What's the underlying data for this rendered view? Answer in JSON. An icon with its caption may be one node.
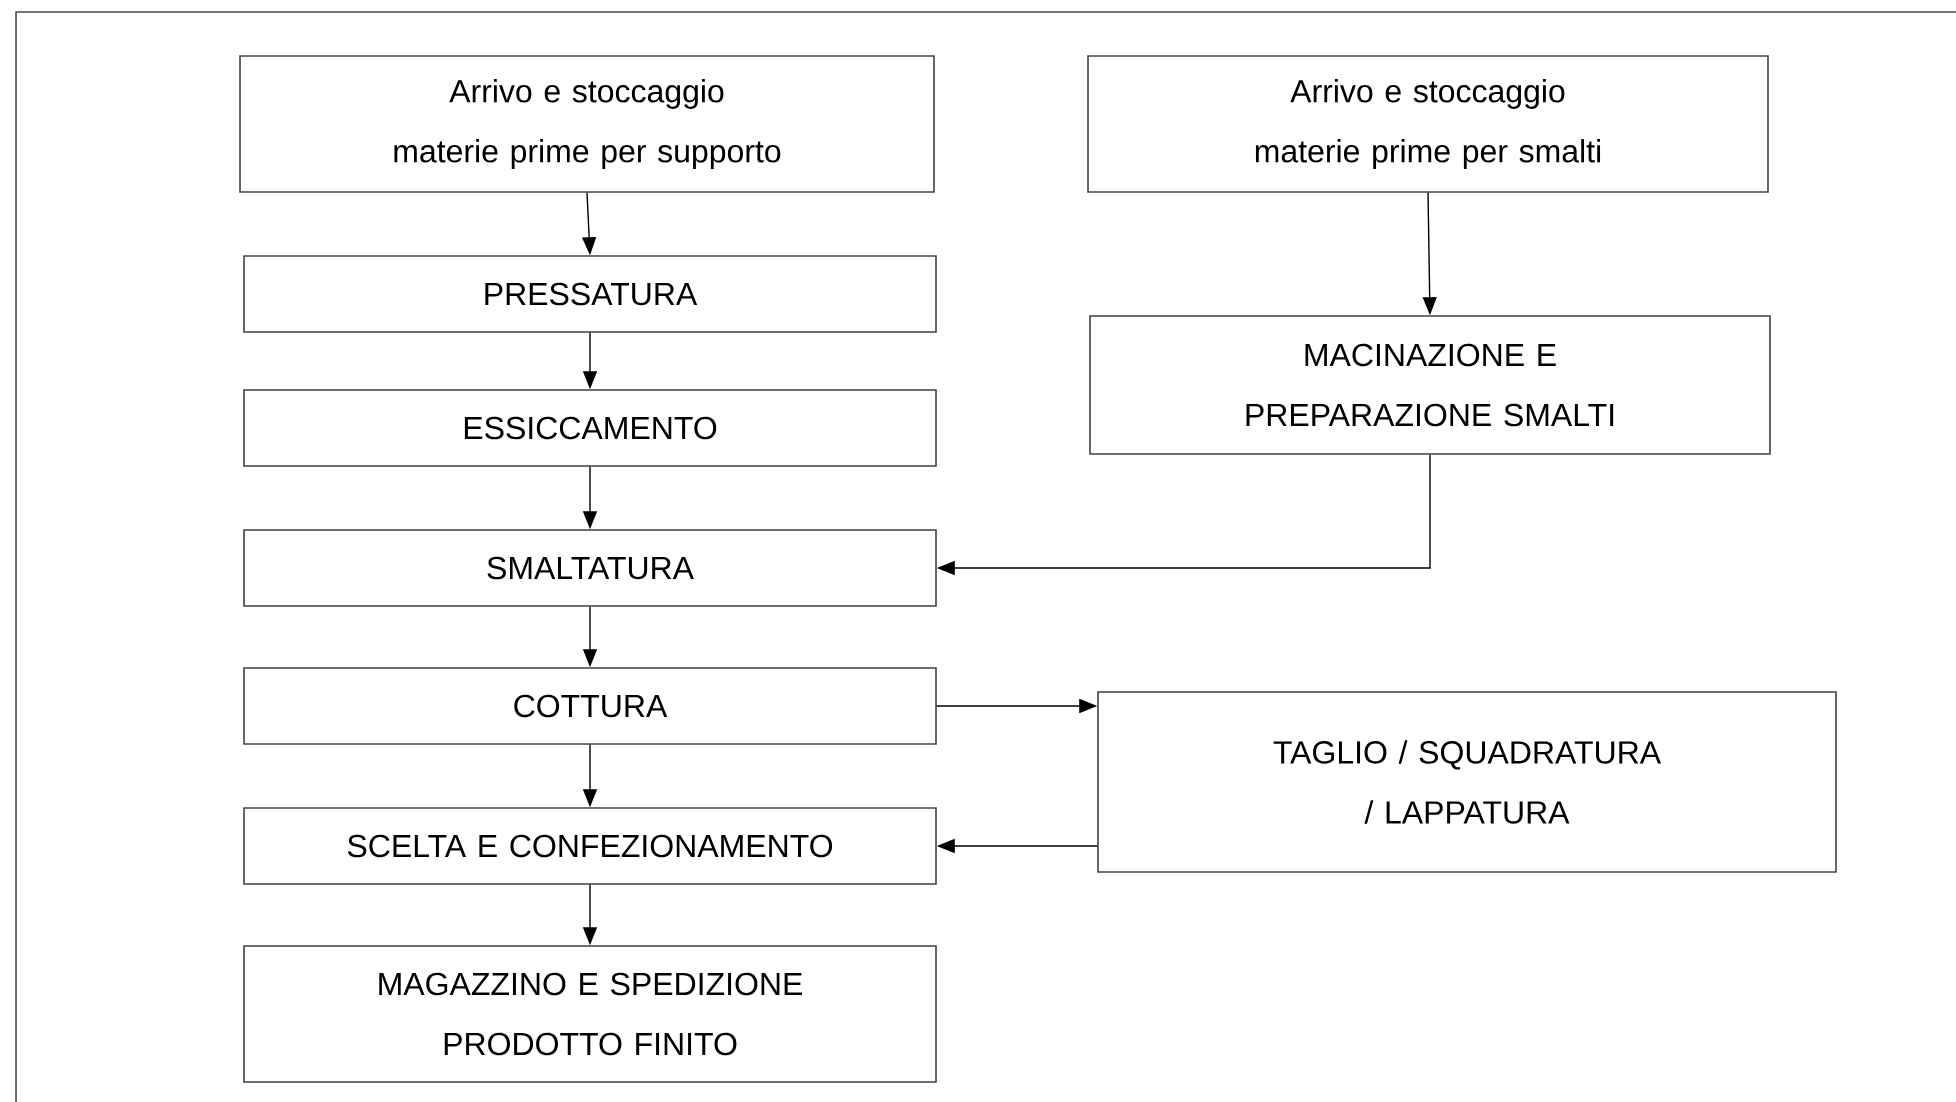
{
  "diagram": {
    "nodes": [
      {
        "text": [
          "Arrivo e stoccaggio materie prime per supporto"
        ]
      },
      {
        "text": [
          "Arrivo e stoccaggio materie prime per smalti"
        ]
      },
      {
        "text": [
          "PRESSATURA"
        ]
      },
      {
        "text": [
          "ESSICCAMENTO"
        ]
      },
      {
        "text": [
          "MACINAZIONE E PREPARAZIONE SMALTI"
        ]
      },
      {
        "text": [
          "SMALTATURA"
        ]
      },
      {
        "text": [
          "COTTURA"
        ]
      },
      {
        "text": [
          "TAGLIO / SQUADRATURA / LAPPATURA"
        ]
      },
      {
        "text": [
          "SCELTA E CONFEZIONAMENTO"
        ]
      },
      {
        "text": [
          "MAGAZZINO E SPEDIZIONE PRODOTTO FINITO"
        ]
      }
    ],
    "edges": [
      {
        "from": 0,
        "to": 2,
        "arrow": "to"
      },
      {
        "from": 2,
        "to": 3,
        "arrow": "to"
      },
      {
        "from": 3,
        "to": 5,
        "arrow": "to"
      },
      {
        "from": 1,
        "to": 4,
        "arrow": "to"
      },
      {
        "from": 4,
        "to": 5,
        "arrow": "to"
      },
      {
        "from": 5,
        "to": 6,
        "arrow": "to"
      },
      {
        "from": 6,
        "to": 7,
        "arrow": "to"
      },
      {
        "from": 7,
        "to": 8,
        "arrow": "to"
      },
      {
        "from": 6,
        "to": 8,
        "arrow": "to"
      },
      {
        "from": 8,
        "to": 9,
        "arrow": "to"
      }
    ]
  }
}
